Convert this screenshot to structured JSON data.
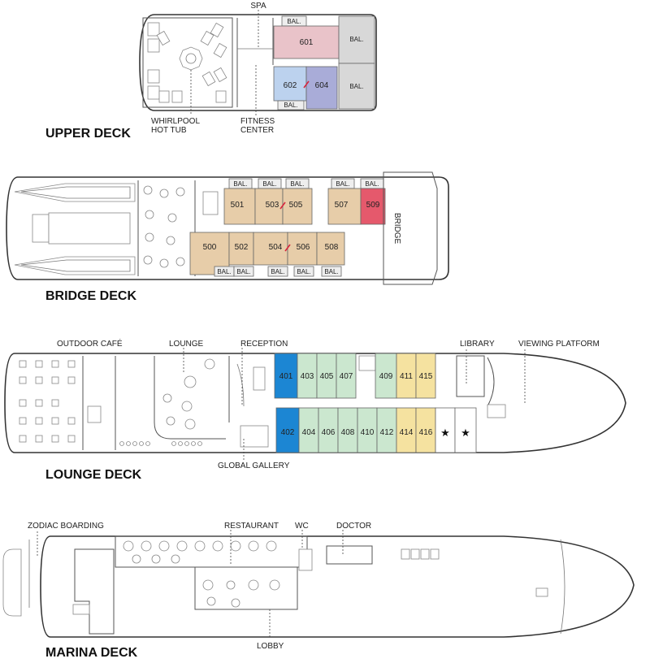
{
  "colors": {
    "pink": "#e9c3c9",
    "blue_light": "#bcd2ee",
    "violet": "#a9acd8",
    "tan": "#e7cda9",
    "red": "#e5596c",
    "blue": "#1c86d3",
    "green": "#cbe7cf",
    "yellow": "#f5e2a0",
    "gray": "#d8d8d8"
  },
  "balcony": "BAL.",
  "decks": {
    "upper": {
      "title": "UPPER DECK",
      "labels": {
        "spa": "SPA",
        "whirlpool_1": "WHIRLPOOL",
        "whirlpool_2": "HOT TUB",
        "fitness_1": "FITNESS",
        "fitness_2": "CENTER"
      },
      "cabins": {
        "c601": "601",
        "c602": "602",
        "c604": "604"
      }
    },
    "bridge": {
      "title": "BRIDGE DECK",
      "labels": {
        "bridge": "BRIDGE"
      },
      "cabins": {
        "c500": "500",
        "c501": "501",
        "c502": "502",
        "c503": "503",
        "c504": "504",
        "c505": "505",
        "c506": "506",
        "c507": "507",
        "c508": "508",
        "c509": "509"
      }
    },
    "lounge": {
      "title": "LOUNGE DECK",
      "labels": {
        "cafe": "OUTDOOR CAFÉ",
        "lounge": "LOUNGE",
        "reception": "RECEPTION",
        "library": "LIBRARY",
        "viewing": "VIEWING PLATFORM",
        "gallery": "GLOBAL GALLERY"
      },
      "cabins": {
        "c401": "401",
        "c402": "402",
        "c403": "403",
        "c404": "404",
        "c405": "405",
        "c406": "406",
        "c407": "407",
        "c408": "408",
        "c409": "409",
        "c410": "410",
        "c411": "411",
        "c412": "412",
        "c414": "414",
        "c415": "415",
        "c416": "416"
      },
      "star": "★"
    },
    "marina": {
      "title": "MARINA DECK",
      "labels": {
        "zodiac": "ZODIAC BOARDING",
        "restaurant": "RESTAURANT",
        "wc": "WC",
        "doctor": "DOCTOR",
        "lobby": "LOBBY"
      }
    }
  }
}
